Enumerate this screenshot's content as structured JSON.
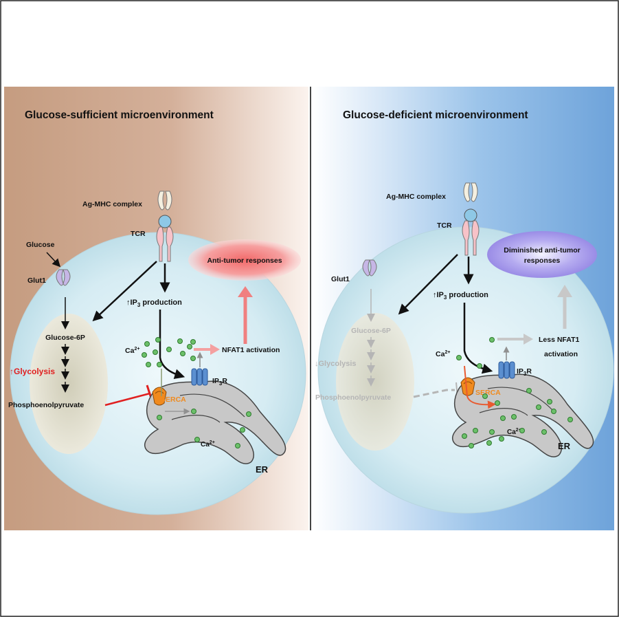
{
  "left_panel": {
    "title": "Glucose-sufficient microenvironment",
    "ag_mhc": "Ag-MHC complex",
    "tcr": "TCR",
    "glucose": "Glucose",
    "glut1": "Glut1",
    "ip3_up_arrow": "↑",
    "ip3_prefix": "IP",
    "ip3_sub": "3",
    "ip3_suffix": " production",
    "anti_tumor": "Anti-tumor responses",
    "glucose6p": "Glucose-6P",
    "glycolysis_arrow": "↑",
    "glycolysis": "Glycolysis",
    "pep": "Phosphoenolpyruvate",
    "ca": "Ca",
    "ca_sup": "2+",
    "nfat": "NFAT1 activation",
    "ip3r_prefix": "IP",
    "ip3r_sub": "3",
    "ip3r_suffix": "R",
    "serca": "SERCA",
    "er_ca": "Ca",
    "er_ca_sup": "2+",
    "er": "ER"
  },
  "right_panel": {
    "title": "Glucose-deficient microenvironment",
    "ag_mhc": "Ag-MHC complex",
    "tcr": "TCR",
    "glut1": "Glut1",
    "ip3_up_arrow": "↑",
    "ip3_prefix": "IP",
    "ip3_sub": "3",
    "ip3_suffix": " production",
    "anti_tumor_line1": "Diminished anti-tumor",
    "anti_tumor_line2": "responses",
    "glucose6p": "Glucose-6P",
    "glycolysis_arrow": "↓",
    "glycolysis": "Glycolysis",
    "pep": "Phosphoenolpyruvate",
    "ca": "Ca",
    "ca_sup": "2+",
    "nfat_line1": "Less NFAT1",
    "nfat_line2": "activation",
    "ip3r_prefix": "IP",
    "ip3r_sub": "3",
    "ip3r_suffix": "R",
    "serca": "SERCA",
    "er_ca": "Ca",
    "er_ca_sup": "2+",
    "er": "ER"
  },
  "colors": {
    "left_bg": "#cfa98f",
    "right_bg": "#7aaee0",
    "cell": "#d8eef4",
    "nucleus": "#e1dfd0",
    "er_fill": "#c8c8c8",
    "serca": "#f08a1e",
    "ip3r": "#5b8fd0",
    "red": "#e02020",
    "green_dot": "#6cc06a",
    "anti_tumor_red": "#f06868",
    "anti_tumor_blue": "#9a8ce6"
  }
}
